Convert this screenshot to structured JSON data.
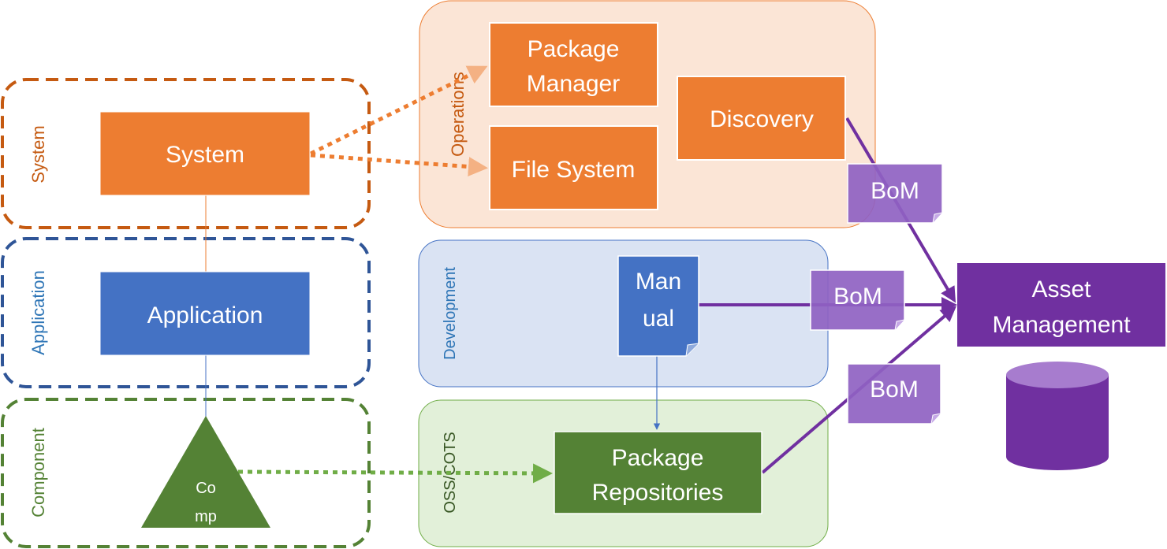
{
  "zones": {
    "system": "System",
    "application": "Application",
    "component": "Component",
    "operations": "Operations",
    "development": "Development",
    "oss_cots": "OSS/COTS"
  },
  "nodes": {
    "system": "System",
    "application": "Application",
    "comp_line1": "Co",
    "comp_line2": "mp",
    "package_manager_line1": "Package",
    "package_manager_line2": "Manager",
    "file_system": "File System",
    "discovery": "Discovery",
    "manual_line1": "Man",
    "manual_line2": "ual",
    "package_repositories_line1": "Package",
    "package_repositories_line2": "Repositories",
    "asset_management_line1": "Asset",
    "asset_management_line2": "Management"
  },
  "bom_documents": {
    "bom_operations": "BoM",
    "bom_development": "BoM",
    "bom_oss": "BoM"
  },
  "colors": {
    "orange": "#ED7D31",
    "orange_dark": "#C55A11",
    "blue": "#4472C4",
    "blue_dark": "#2F5597",
    "green": "#548235",
    "green_light": "#70AD47",
    "purple": "#7030A0",
    "purple_light": "#9966CC"
  }
}
